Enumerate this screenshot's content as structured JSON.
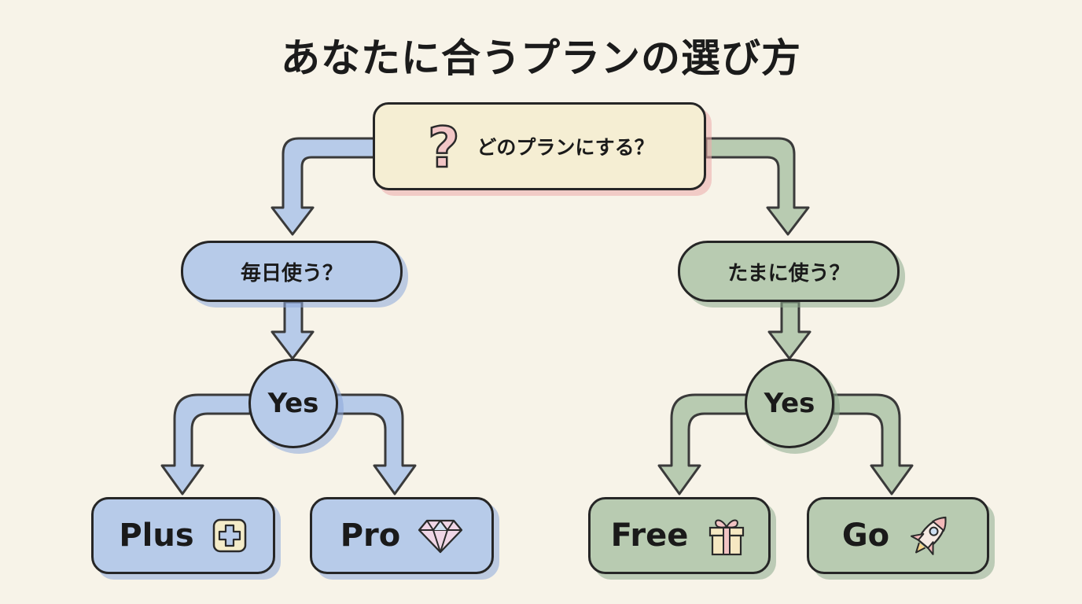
{
  "title": "あなたに合うプランの選び方",
  "root": {
    "label": "どのプランにする？",
    "icon": "question-mark-icon"
  },
  "branches": [
    {
      "question": "毎日使う？",
      "answer": "Yes",
      "color": "#b7cbe9",
      "plans": [
        {
          "name": "Plus",
          "icon": "plus-icon"
        },
        {
          "name": "Pro",
          "icon": "diamond-icon"
        }
      ]
    },
    {
      "question": "たまに使う？",
      "answer": "Yes",
      "color": "#b8cbb1",
      "plans": [
        {
          "name": "Free",
          "icon": "gift-icon"
        },
        {
          "name": "Go",
          "icon": "rocket-icon"
        }
      ]
    }
  ],
  "colors": {
    "background": "#f7f3e8",
    "root_fill": "#f5eed3",
    "root_shadow": "#ecaaaa",
    "blue": "#b7cbe9",
    "green": "#b8cbb1",
    "outline": "#262626"
  }
}
